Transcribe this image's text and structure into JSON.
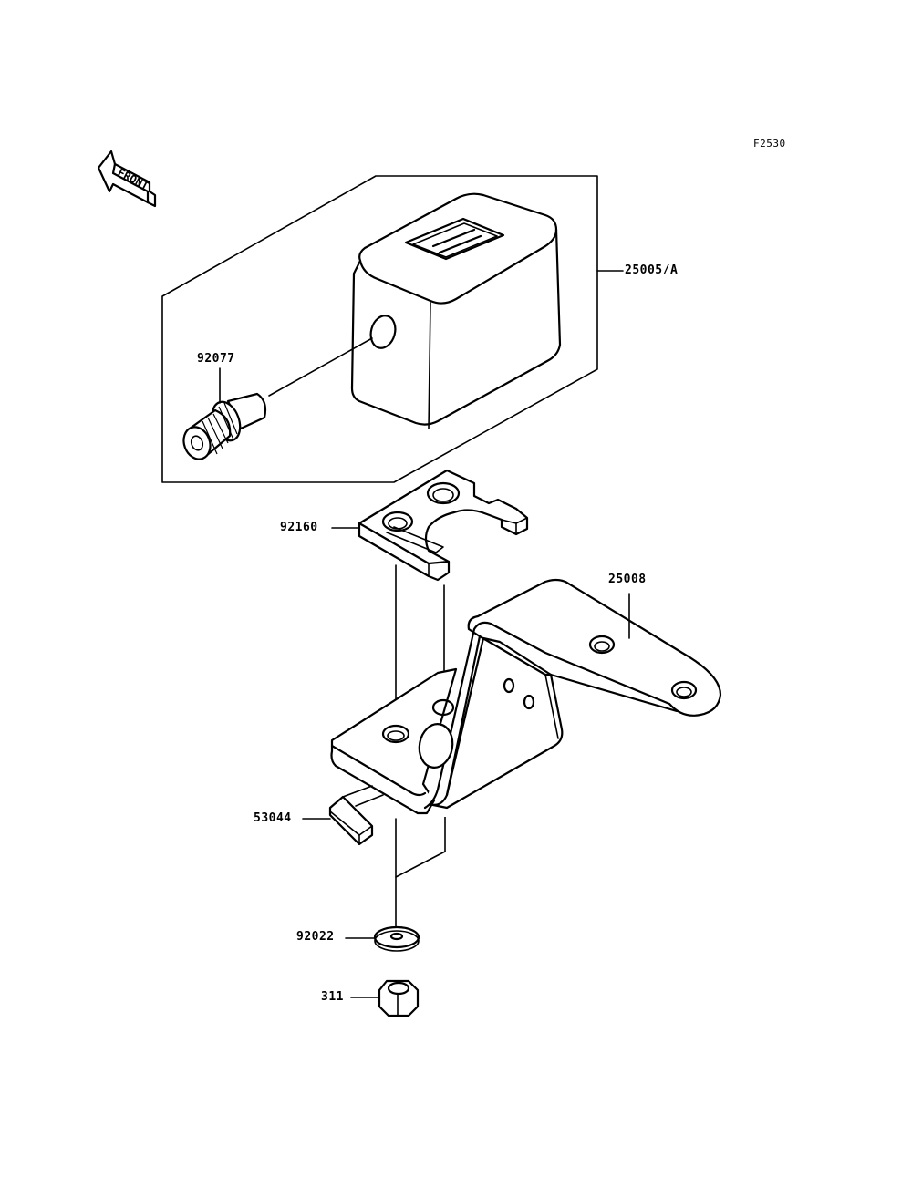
{
  "figure_code": "F2530",
  "front_arrow": {
    "text": "FRONT",
    "icon": "front-arrow-icon"
  },
  "parts": [
    {
      "id": "part-25005a",
      "number": "25005/A"
    },
    {
      "id": "part-92077",
      "number": "92077"
    },
    {
      "id": "part-92160",
      "number": "92160"
    },
    {
      "id": "part-25008",
      "number": "25008"
    },
    {
      "id": "part-53044",
      "number": "53044"
    },
    {
      "id": "part-92022",
      "number": "92022"
    },
    {
      "id": "part-311",
      "number": "311"
    }
  ]
}
